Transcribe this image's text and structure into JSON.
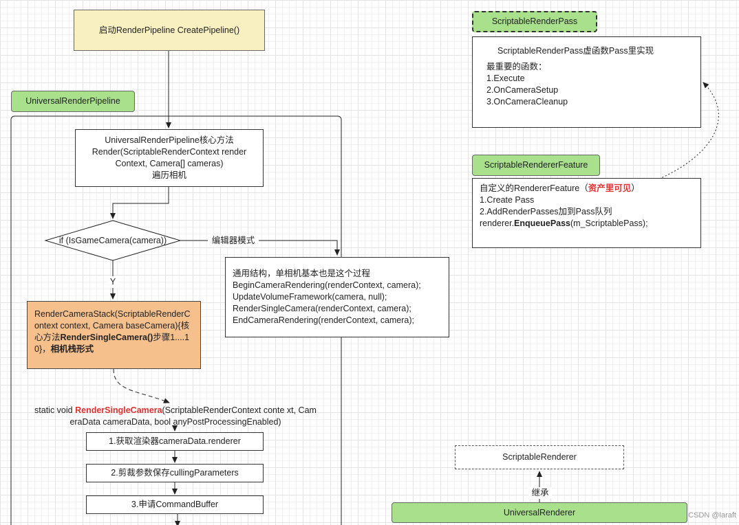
{
  "nodes": {
    "start": "启动RenderPipeline CreatePipeline()",
    "urp_label": "UniversalRenderPipeline",
    "core": [
      "UniversalRenderPipeline核心方法",
      "Render(ScriptableRenderContext render",
      "Context, Camera[] cameras)",
      "遍历相机"
    ],
    "decision": "if (IsGameCamera(camera))",
    "edge_editor": "编辑器模式",
    "edge_yes": "Y",
    "common": [
      "通用结构，单相机基本也是这个过程",
      "BeginCameraRendering(renderContext, camera);",
      "UpdateVolumeFramework(camera, null);",
      "RenderSingleCamera(renderContext, camera);",
      "EndCameraRendering(renderContext, camera);"
    ],
    "stack": {
      "part1": "RenderCameraStack(ScriptableRenderContext context, Camera baseCamera){核心方法",
      "bold1": "RenderSingleCamera()",
      "part2": "步骤1....10}，",
      "bold2": "相机栈形式"
    },
    "single": {
      "prefix": "static void ",
      "name": "RenderSingleCamera",
      "suffix": "(ScriptableRenderContext conte xt, CameraData cameraData, bool anyPostProcessingEnabled)"
    },
    "steps": [
      "1.获取渲染器cameraData.renderer",
      "2.剪裁参数保存cullingParameters",
      "3.申请CommandBuffer"
    ],
    "pass_label": "ScriptableRenderPass",
    "pass_box": {
      "title": "ScriptableRenderPass虚函数Pass里实现",
      "subtitle": "最重要的函数：",
      "items": [
        "1.Execute",
        "2.OnCameraSetup",
        "3.OnCameraCleanup"
      ]
    },
    "feature_label": "ScriptableRendererFeature",
    "feature_box": {
      "line1_prefix": "自定义的RendererFeature（",
      "line1_red": "资产里可见",
      "line1_suffix": "）",
      "line2": "1.Create Pass",
      "line3": "2.AddRenderPasses加到Pass队列",
      "line4_prefix": "renderer.",
      "line4_bold": "EnqueuePass",
      "line4_suffix": "(m_ScriptablePass);"
    },
    "renderer": "ScriptableRenderer",
    "edge_inherit": "继承",
    "universal_renderer": "UniversalRenderer",
    "watermark": "CSDN @laraft"
  }
}
